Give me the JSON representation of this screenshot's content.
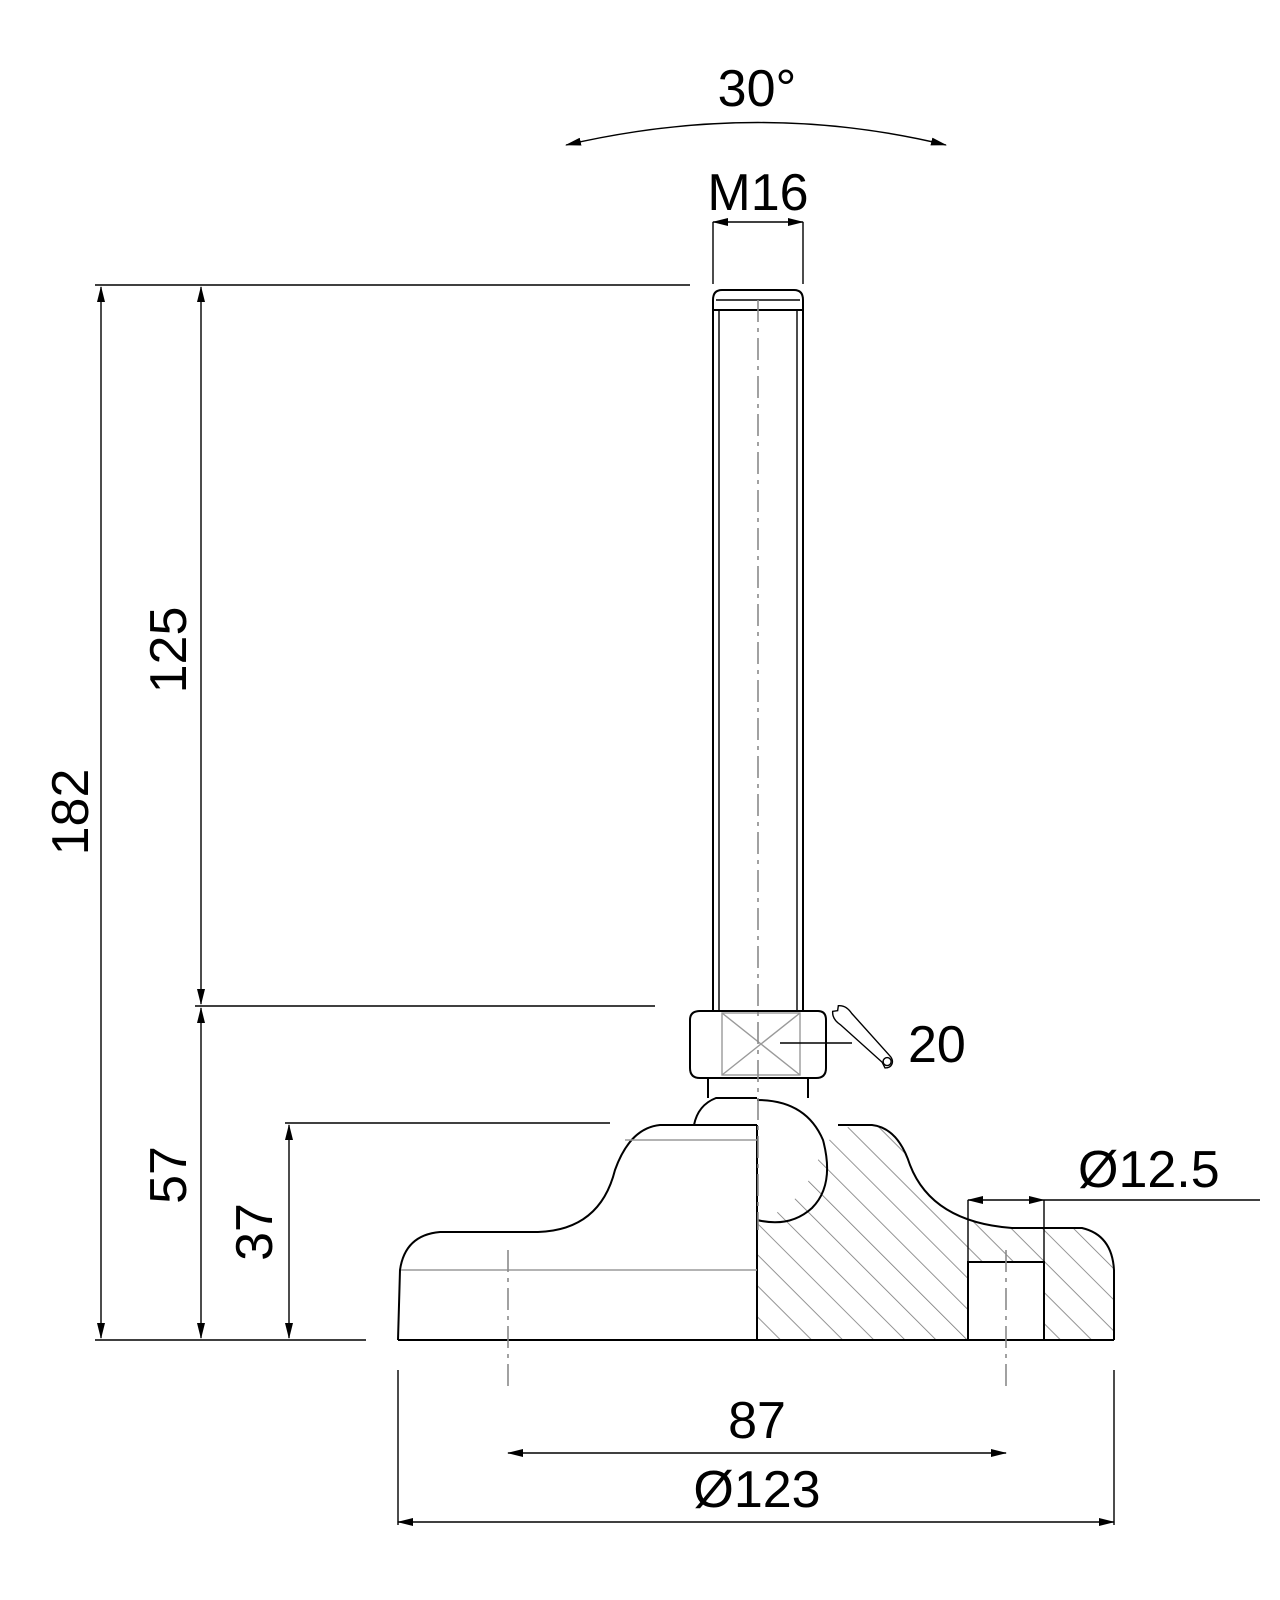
{
  "dimensions": {
    "angle": "30°",
    "thread": "M16",
    "total_height": "182",
    "stud_length": "125",
    "base_to_nut": "57",
    "base_height": "37",
    "wrench_size": "20",
    "hole_diameter": "Ø12.5",
    "hole_spacing": "87",
    "base_diameter": "Ø123"
  },
  "icons": {
    "wrench": "wrench-icon"
  }
}
